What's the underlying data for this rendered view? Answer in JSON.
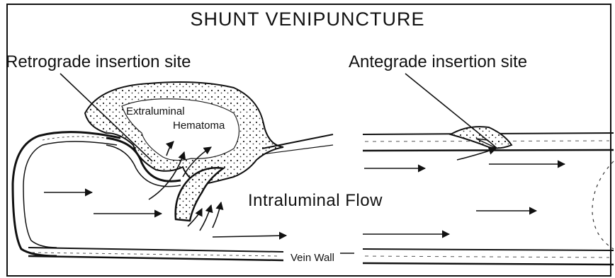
{
  "title": "SHUNT VENIPUNCTURE",
  "labels": {
    "retrograde": "Retrograde insertion site",
    "antegrade": "Antegrade insertion site",
    "hematoma_line1": "Extraluminal",
    "hematoma_line2": "Hematoma",
    "flow": "Intraluminal Flow",
    "vein_wall": "Vein Wall"
  },
  "colors": {
    "ink": "#111111",
    "paper": "#ffffff"
  }
}
